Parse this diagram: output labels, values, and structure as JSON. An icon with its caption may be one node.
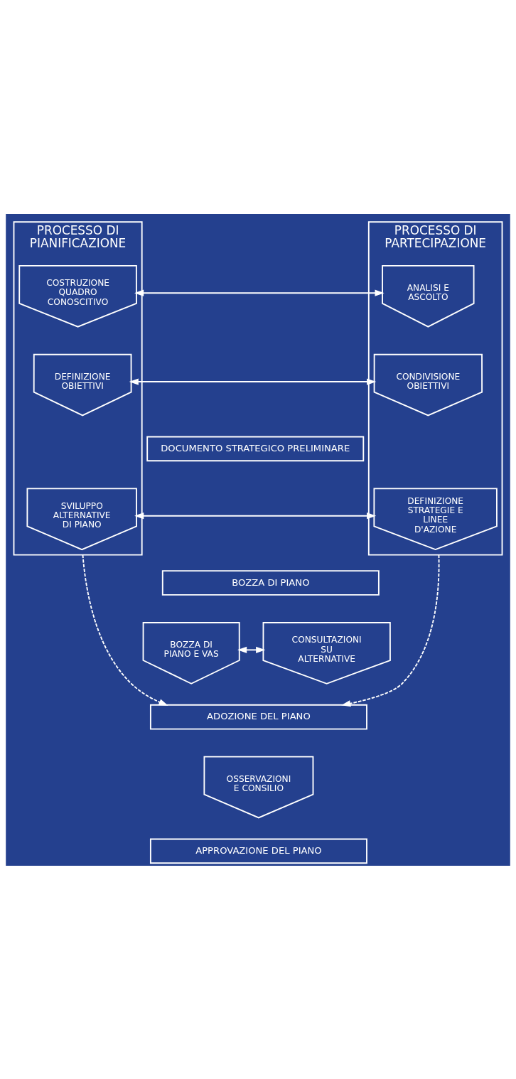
{
  "diagram": {
    "nodes": [
      {
        "text": [
          "PROCESSO DI PIANIFICAZIONE"
        ]
      },
      {
        "text": [
          "COSTRUZIONE QUADRO CONOSCITIVO"
        ],
        "in": 0
      },
      {
        "text": [
          "DEFINIZIONE OBIETTIVI"
        ],
        "in": 0
      },
      {
        "text": [
          "SVILUPPO ALTERNATIVE DI PIANO"
        ],
        "in": 0
      },
      {
        "text": [
          "PROCESSO DI PARTECIPAZIONE"
        ]
      },
      {
        "text": [
          "ANALISI E ASCOLTO"
        ],
        "in": 4
      },
      {
        "text": [
          "CONDIVISIONE OBIETTIVI"
        ],
        "in": 4
      },
      {
        "text": [
          "DEFINIZIONE STRATEGIE E LINEE D'AZIONE"
        ],
        "in": 4
      },
      {
        "text": [
          "DOCUMENTO STRATEGICO PRELIMINARE"
        ]
      },
      {
        "text": [
          "BOZZA DI PIANO"
        ]
      },
      {
        "text": [
          "BOZZA DI PIANO E VAS"
        ]
      },
      {
        "text": [
          "CONSULTAZIONI SU ALTERNATIVE"
        ]
      },
      {
        "text": [
          "ADOZIONE DEL PIANO"
        ]
      },
      {
        "text": [
          "OSSERVAZIONI E CONSILIO"
        ]
      },
      {
        "text": [
          "APPROVAZIONE DEL PIANO"
        ]
      }
    ],
    "edges": [
      {
        "from": 1,
        "to": 5,
        "arrow": "both"
      },
      {
        "from": 2,
        "to": 6,
        "arrow": "both"
      },
      {
        "from": 3,
        "to": 7,
        "arrow": "both"
      },
      {
        "from": 10,
        "to": 11,
        "arrow": "both"
      },
      {
        "from": 0,
        "to": 12,
        "arrow": "to",
        "style": "dashed"
      },
      {
        "from": 4,
        "to": 12,
        "arrow": "to",
        "style": "dashed"
      }
    ]
  }
}
